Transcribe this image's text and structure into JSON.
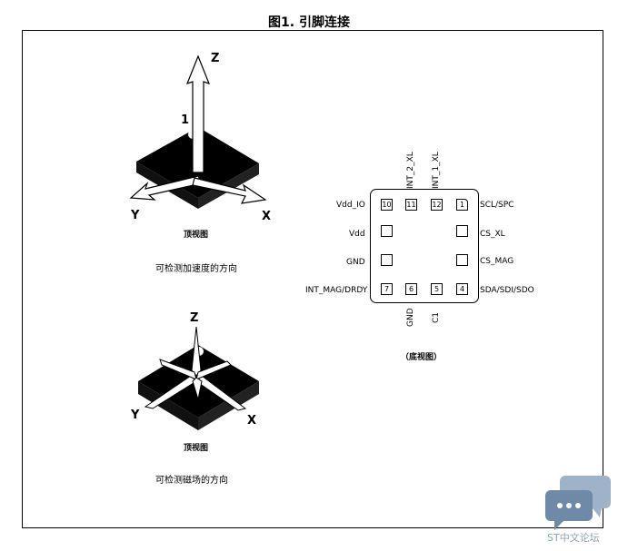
{
  "title": "图1. 引脚连接",
  "top_view_1": {
    "axis_z": "Z",
    "axis_y": "Y",
    "axis_x": "X",
    "pin_mark": "1",
    "view_label": "顶视图",
    "caption": "可检测加速度的方向"
  },
  "top_view_2": {
    "axis_z": "Z",
    "axis_y": "Y",
    "axis_x": "X",
    "view_label": "顶视图",
    "caption": "可检测磁场的方向"
  },
  "bottom_view": {
    "caption": "（底视图）",
    "top_labels": [
      "INT_2_XL",
      "INT_1_XL"
    ],
    "bottom_labels": [
      "GND",
      "C1"
    ],
    "left_labels": [
      "Vdd_IO",
      "Vdd",
      "GND",
      "INT_MAG/DRDY"
    ],
    "right_labels": [
      "SCL/SPC",
      "CS_XL",
      "CS_MAG",
      "SDA/SDI/SDO"
    ],
    "pins": [
      "10",
      "11",
      "12",
      "1",
      "7",
      "6",
      "5",
      "4"
    ]
  },
  "watermark": {
    "text": "ST中文论坛",
    "icon": "chat-bubbles-icon"
  }
}
